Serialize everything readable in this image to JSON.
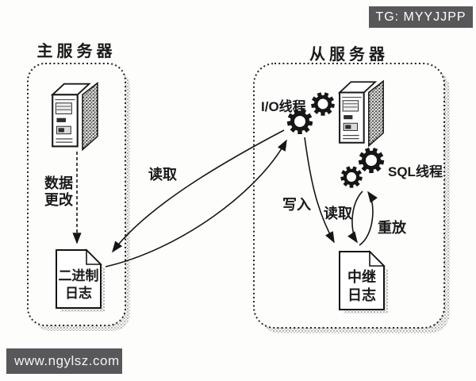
{
  "badge": {
    "text": "TG: MYYJJPP"
  },
  "watermark": {
    "text": "www.ngylsz.com"
  },
  "master": {
    "title": "主服务器",
    "data_change": {
      "line1": "数据",
      "line2": "更改"
    },
    "binlog": {
      "line1": "二进制",
      "line2": "日志"
    }
  },
  "slave": {
    "title": "从服务器",
    "io_thread_label": "I/O线程",
    "sql_thread_label": "SQL线程",
    "relay_log": {
      "line1": "中继",
      "line2": "日志"
    }
  },
  "arrows": {
    "read_binlog": "读取",
    "write_relay": "写入",
    "read_relay": "读取",
    "replay": "重放"
  },
  "icons": {
    "master_server": "server-tower-icon",
    "slave_server": "server-tower-icon",
    "io_thread": "gears-icon",
    "sql_thread": "gears-icon",
    "binlog_doc": "document-icon",
    "relay_doc": "document-icon"
  },
  "colors": {
    "line": "#1a1a1a",
    "badge_bg": "#58585a",
    "badge_text": "#ffffff",
    "background": "#fdfdfc"
  }
}
